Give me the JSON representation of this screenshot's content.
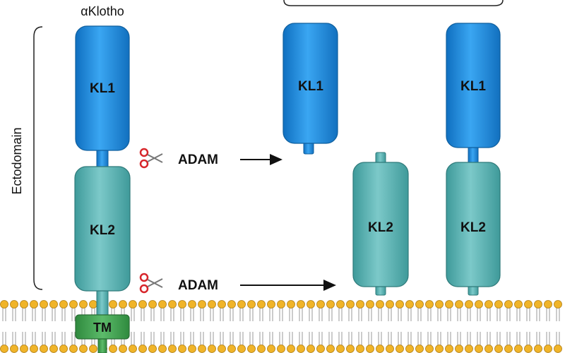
{
  "title": "αKlotho",
  "axis_label": "Ectodomain",
  "segments": {
    "kl1": "KL1",
    "kl2": "KL2",
    "tm": "TM"
  },
  "enzyme": {
    "label": "ADAM",
    "icon": "scissors-icon",
    "icon_color": "#d7262b"
  },
  "colors": {
    "kl1_fill": "#1e90e6",
    "kl1_stroke": "#0f5f9e",
    "kl2_fill": "#5fb5b5",
    "kl2_stroke": "#2f7a7a",
    "tm_fill": "#3f9d4f",
    "lipid_head": "#f0b429",
    "lipid_head_stroke": "#b07d12",
    "lipid_tail": "#9a9a9a"
  }
}
